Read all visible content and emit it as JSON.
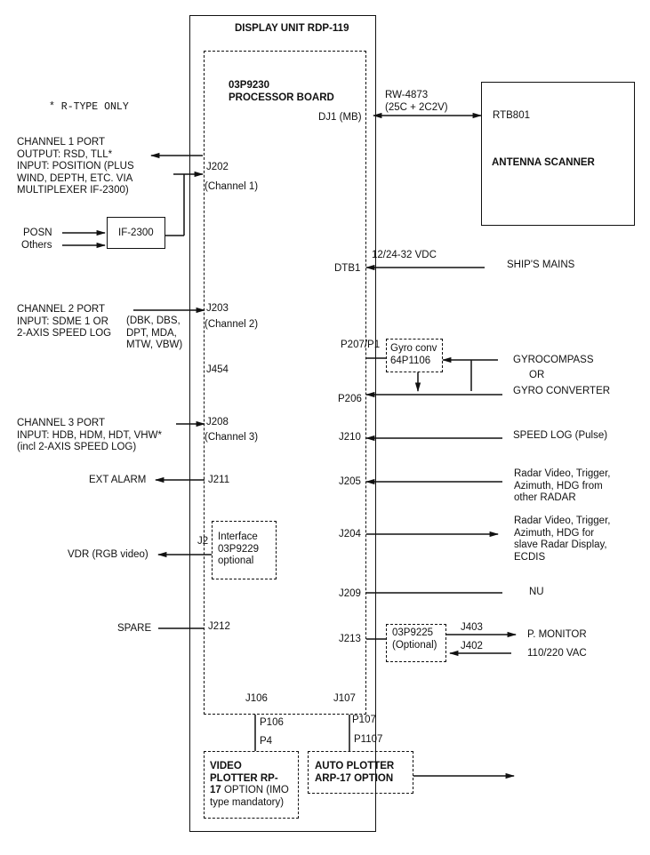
{
  "display_unit": {
    "title": "DISPLAY UNIT RDP-119",
    "processor_board": [
      "03P9230",
      "PROCESSOR BOARD"
    ]
  },
  "note": "* R-TYPE ONLY",
  "left": {
    "channel1": [
      "CHANNEL 1 PORT",
      "OUTPUT: RSD, TLL*",
      "INPUT:  POSITION (PLUS",
      "WIND, DEPTH, ETC. VIA",
      "MULTIPLEXER IF-2300)"
    ],
    "posn": "POSN",
    "others": "Others",
    "if2300": "IF-2300",
    "channel2": [
      "CHANNEL 2 PORT",
      "INPUT: SDME 1 OR",
      "2-AXIS SPEED LOG"
    ],
    "channel2_sentences": [
      "(DBK, DBS,",
      "DPT, MDA,",
      "MTW, VBW)"
    ],
    "channel3": [
      "CHANNEL 3 PORT",
      "INPUT:  HDB, HDM, HDT, VHW*",
      "(incl 2-AXIS SPEED LOG)"
    ],
    "ext_alarm": "EXT ALARM",
    "vdr": "VDR (RGB video)",
    "spare": "SPARE"
  },
  "connectors": {
    "j202": "J202",
    "j202_sub": "(Channel 1)",
    "j203": "J203",
    "j203_sub": "(Channel 2)",
    "j454": "J454",
    "j208": "J208",
    "j208_sub": "(Channel 3)",
    "j211": "J211",
    "j2": "J2",
    "j212": "J212",
    "j106": "J106",
    "j107": "J107",
    "p106": "P106",
    "p4": "P4",
    "p107": "P107",
    "p1107": "P1107",
    "dj1": "DJ1 (MB)",
    "dtb1": "DTB1",
    "p207": "P207/P1",
    "p206": "P206",
    "j210": "J210",
    "j205": "J205",
    "j204": "J204",
    "j209": "J209",
    "j213": "J213",
    "j403": "J403",
    "j402": "J402"
  },
  "interface_board": [
    "Interface",
    "03P9229",
    "optional"
  ],
  "gyro_conv": [
    "Gyro conv",
    "64P1106"
  ],
  "optional_board": [
    "03P9225",
    "(Optional)"
  ],
  "cable": [
    "RW-4873",
    "(25C + 2C2V)"
  ],
  "antenna": {
    "model": "RTB801",
    "name": "ANTENNA SCANNER"
  },
  "right": {
    "vdc": "12/24-32 VDC",
    "ships_mains": "SHIP'S MAINS",
    "gyrocompass": "GYROCOMPASS",
    "or": "OR",
    "gyro_converter": "GYRO CONVERTER",
    "speed_log": "SPEED LOG (Pulse)",
    "radar_in": [
      "Radar Video, Trigger,",
      "Azimuth, HDG from",
      "other RADAR"
    ],
    "radar_out": [
      "Radar Video, Trigger,",
      "Azimuth, HDG for",
      "slave Radar Display,",
      "ECDIS"
    ],
    "nu": "NU",
    "p_monitor": "P. MONITOR",
    "vac": "110/220 VAC"
  },
  "video_plotter": [
    "VIDEO",
    "PLOTTER RP-",
    "17 OPTION (IMO",
    "type mandatory)"
  ],
  "auto_plotter": [
    "AUTO PLOTTER",
    "ARP-17  OPTION"
  ]
}
